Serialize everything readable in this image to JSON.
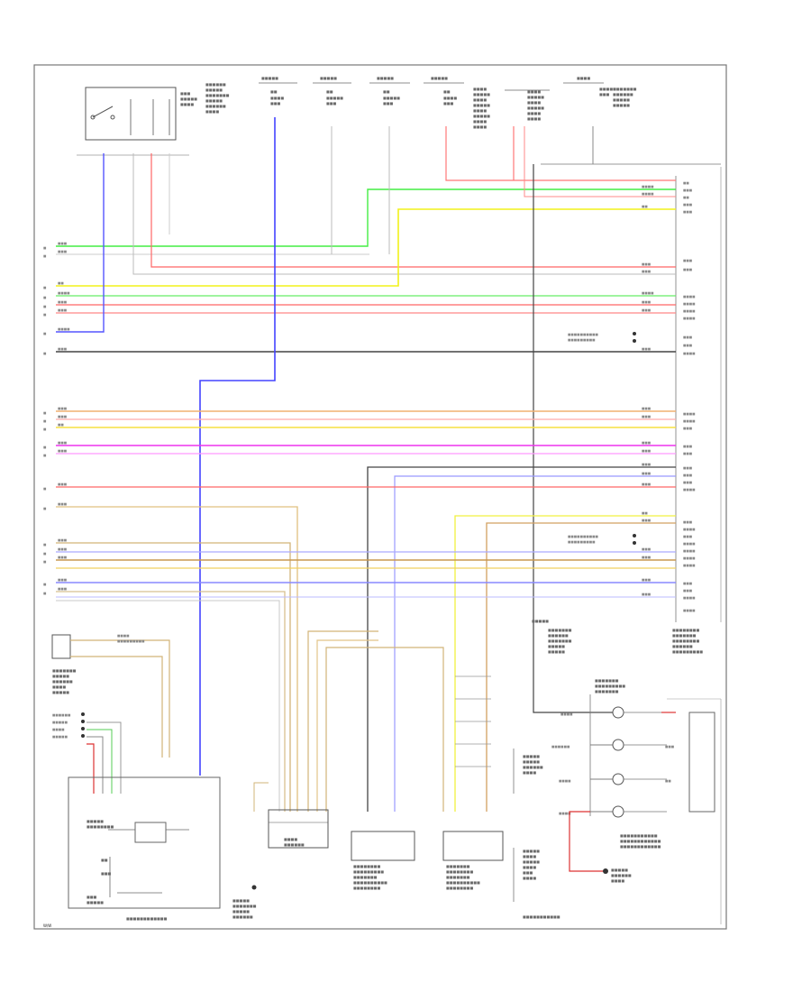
{
  "figure": {
    "figure_number": "W/W",
    "footer_label": "W/W"
  },
  "colors": {
    "blue": "#3c3cff",
    "green": "#33ee33",
    "yellow": "#f2f21a",
    "red": "#f24a4a",
    "pink": "#ff8888",
    "magenta": "#ee22ee",
    "orange": "#e0a060",
    "tan": "#d2b478",
    "gray": "#9a9a9a",
    "black": "#333333",
    "lavender": "#8080ff",
    "ground": "#555555"
  },
  "components": [
    {
      "id": "top-left-switch",
      "icon": "switch-icon"
    },
    {
      "id": "top-connector-1",
      "icon": "connector-icon"
    },
    {
      "id": "top-connector-2",
      "icon": "connector-icon"
    },
    {
      "id": "top-connector-3",
      "icon": "connector-icon"
    },
    {
      "id": "top-connector-4",
      "icon": "connector-icon"
    },
    {
      "id": "top-connector-5",
      "icon": "connector-icon"
    },
    {
      "id": "top-connector-6",
      "icon": "connector-icon"
    },
    {
      "id": "control-module",
      "icon": "module-icon"
    },
    {
      "id": "sensor-box",
      "icon": "sensor-icon"
    },
    {
      "id": "bottom-left-module",
      "icon": "module-icon"
    },
    {
      "id": "bottom-connector-a",
      "icon": "connector-icon"
    },
    {
      "id": "bottom-connector-b",
      "icon": "connector-icon"
    },
    {
      "id": "bottom-connector-c",
      "icon": "connector-icon"
    },
    {
      "id": "ground-point",
      "icon": "ground-icon"
    },
    {
      "id": "right-inset-box",
      "icon": "module-icon"
    }
  ]
}
